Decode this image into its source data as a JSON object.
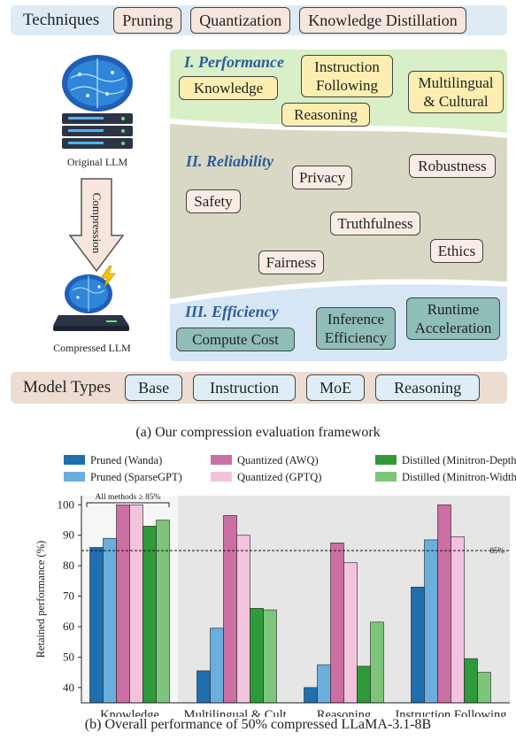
{
  "framework": {
    "techniques_label": "Techniques",
    "techniques": [
      "Pruning",
      "Quantization",
      "Knowledge Distillation"
    ],
    "original_llm": "Original LLM",
    "compression": "Compression",
    "compressed_llm": "Compressed LLM",
    "performance": {
      "title": "I. Performance",
      "items": [
        "Knowledge",
        "Instruction Following",
        "Multilingual & Cultural",
        "Reasoning"
      ]
    },
    "reliability": {
      "title": "II. Reliability",
      "items": [
        "Privacy",
        "Robustness",
        "Safety",
        "Truthfulness",
        "Ethics",
        "Fairness"
      ]
    },
    "efficiency": {
      "title": "III. Efficiency",
      "items": [
        "Compute Cost",
        "Inference Efficiency",
        "Runtime Acceleration"
      ]
    },
    "model_types_label": "Model Types",
    "model_types": [
      "Base",
      "Instruction",
      "MoE",
      "Reasoning"
    ],
    "caption": "(a) Our compression evaluation framework",
    "colors": {
      "techniques_bg": "#deebf5",
      "model_types_bg": "#eddcd2",
      "performance_bg": "#d8efc8",
      "reliability_bg": "#d8d8c4",
      "efficiency_bg": "#d6e6f4",
      "title_blue": "#2b5d9a"
    },
    "icons": [
      "brain-server-icon",
      "down-arrow-icon",
      "brain-laptop-icon",
      "lightning-icon"
    ]
  },
  "chart_data": {
    "type": "bar",
    "categories": [
      "Knowledge",
      "Multilingual & Cult.",
      "Reasoning",
      "Instruction Following"
    ],
    "ylabel": "Retained performance (%)",
    "ylim": [
      35,
      103
    ],
    "yticks": [
      40,
      50,
      60,
      70,
      80,
      90,
      100
    ],
    "threshold": 85,
    "threshold_label": "85%",
    "annotation": "All methods ≥ 85%",
    "grid": false,
    "legend_position": "top",
    "series": [
      {
        "name": "Pruned (Wanda)",
        "color": "#1f6eb0",
        "values": [
          86,
          45.5,
          40,
          73
        ]
      },
      {
        "name": "Pruned (SparseGPT)",
        "color": "#6aaede",
        "values": [
          89,
          59.5,
          47.5,
          88.5
        ]
      },
      {
        "name": "Quantized (AWQ)",
        "color": "#cc6fa3",
        "values": [
          100,
          96.5,
          87.5,
          100
        ]
      },
      {
        "name": "Quantized (GPTQ)",
        "color": "#f3c3de",
        "values": [
          100,
          90,
          81,
          89.5
        ]
      },
      {
        "name": "Distilled (Minitron-Depth)",
        "color": "#2e9a3a",
        "values": [
          93,
          66,
          47,
          49.5
        ]
      },
      {
        "name": "Distilled (Minitron-Width)",
        "color": "#7cc57a",
        "values": [
          95,
          65.5,
          61.5,
          45
        ]
      }
    ],
    "caption": "(b) Overall performance of 50% compressed LLaMA-3.1-8B"
  }
}
